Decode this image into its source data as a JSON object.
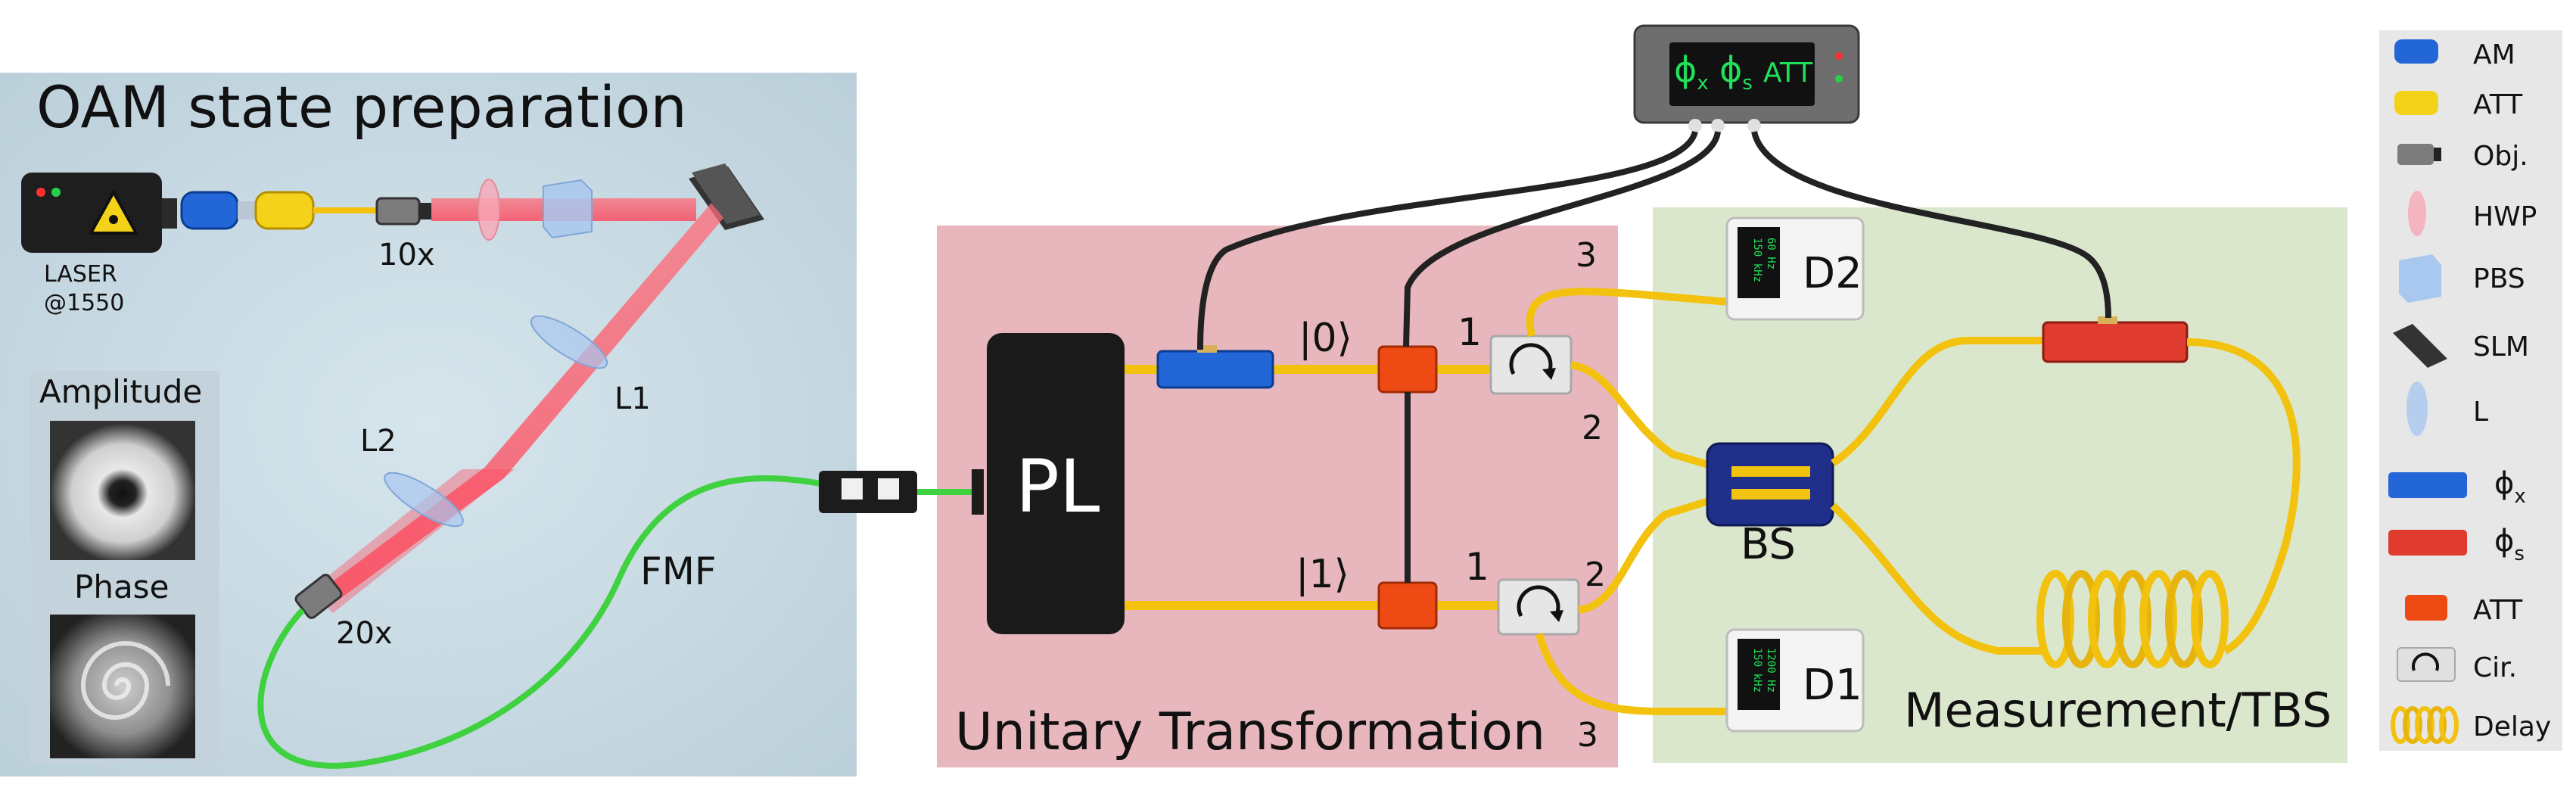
{
  "panels": {
    "oam_title": "OAM state preparation",
    "unitary_title": "Unitary Transformation",
    "measurement_title": "Measurement/TBS"
  },
  "source": {
    "laser_line1": "LASER",
    "laser_line2": "@1550",
    "obj_10x": "10x",
    "obj_20x": "20x",
    "lens_l1": "L1",
    "lens_l2": "L2",
    "fiber_fmf": "FMF"
  },
  "insets": {
    "amplitude_label": "Amplitude",
    "phase_label": "Phase"
  },
  "unitary": {
    "lantern_label": "PL",
    "ket0": "|0⟩",
    "ket1": "|1⟩",
    "port_top_1": "1",
    "port_top_2": "2",
    "port_top_3": "3",
    "port_bot_1": "1",
    "port_bot_2": "2",
    "port_bot_3": "3"
  },
  "measurement": {
    "bs_label": "BS",
    "d1_label": "D1",
    "d2_label": "D2",
    "d1_screen_a": "1200 Hz",
    "d1_screen_b": "150 kHz",
    "d2_screen_a": "60 Hz",
    "d2_screen_b": "150 kHz"
  },
  "controller": {
    "phi_x": "ϕ",
    "phi_x_sub": "x",
    "phi_s": "ϕ",
    "phi_s_sub": "s",
    "att": "ATT"
  },
  "legend": {
    "am": "AM",
    "att1": "ATT",
    "obj": "Obj.",
    "hwp": "HWP",
    "pbs": "PBS",
    "slm": "SLM",
    "lens": "L",
    "phi_x": "ϕ",
    "phi_x_sub": "x",
    "phi_s": "ϕ",
    "phi_s_sub": "s",
    "att2": "ATT",
    "cir": "Cir.",
    "delay": "Delay"
  },
  "colors": {
    "oam_bg": "#c9dbe4",
    "unitary_bg": "#e8b7bd",
    "measurement_bg": "#dbe7cc",
    "fiber_yellow": "#f2c20f",
    "fiber_green": "#3fd140",
    "am_blue": "#2266d8",
    "att_orange": "#ee4b14",
    "phase_red": "#df3b2e",
    "bs_navy": "#1f2f8a",
    "screen_green": "#22e05a"
  }
}
